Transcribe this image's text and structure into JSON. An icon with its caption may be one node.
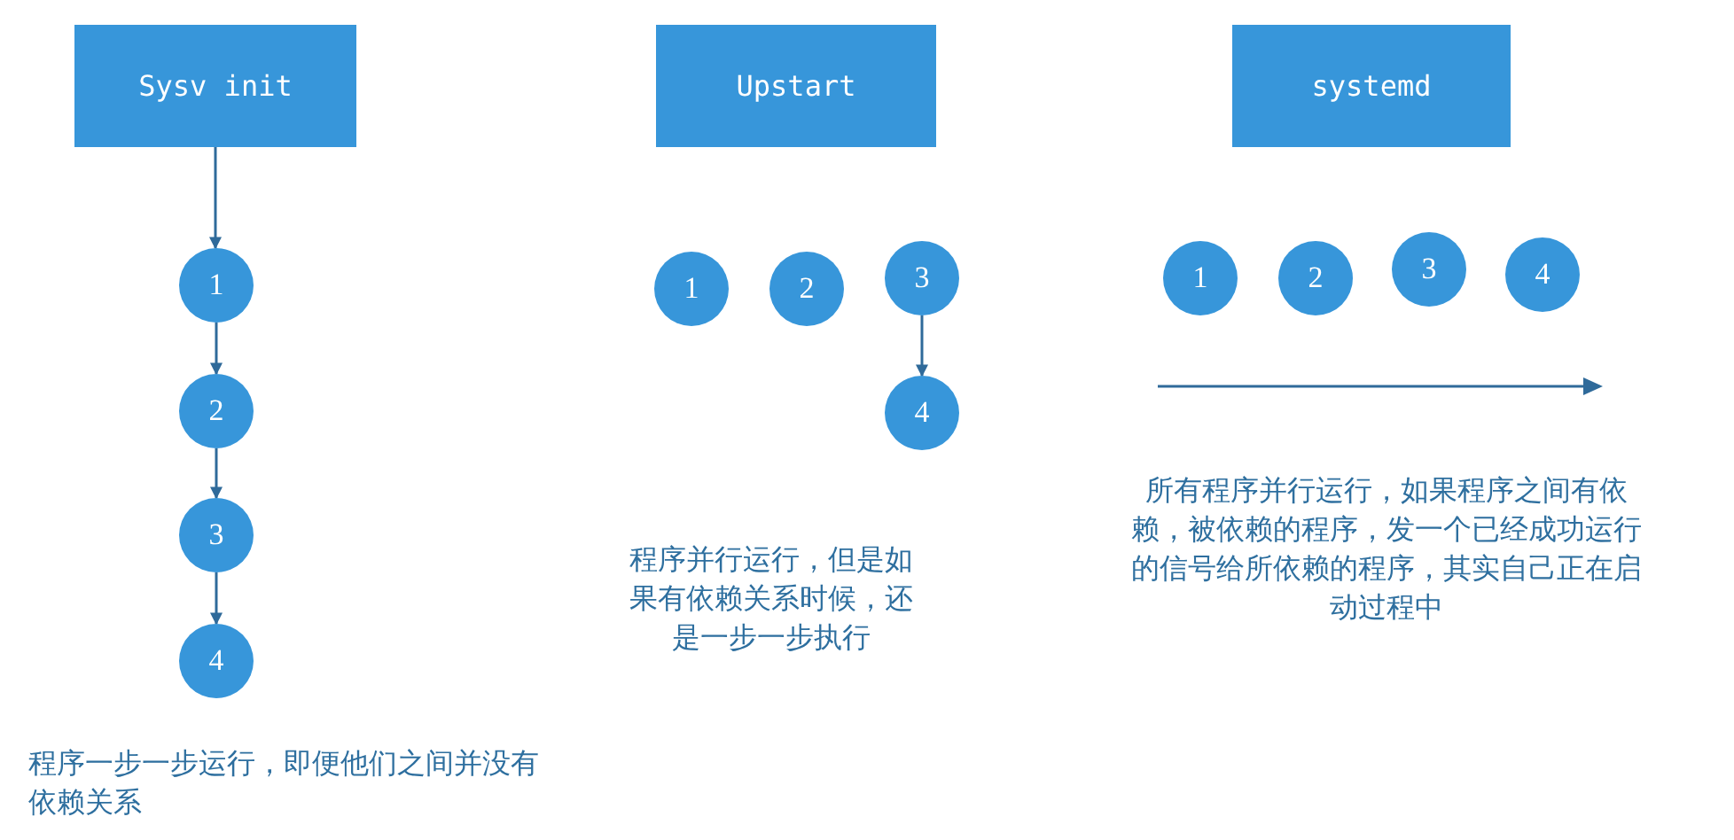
{
  "diagram": {
    "nodes": [
      {
        "text": [
          "Sysv init"
        ]
      },
      {
        "text": [
          "1"
        ]
      },
      {
        "text": [
          "2"
        ]
      },
      {
        "text": [
          "3"
        ]
      },
      {
        "text": [
          "4"
        ]
      },
      {
        "text": [
          "Upstart"
        ]
      },
      {
        "text": [
          "1"
        ]
      },
      {
        "text": [
          "2"
        ]
      },
      {
        "text": [
          "3"
        ]
      },
      {
        "text": [
          "4"
        ]
      },
      {
        "text": [
          "systemd"
        ]
      },
      {
        "text": [
          "1"
        ]
      },
      {
        "text": [
          "2"
        ]
      },
      {
        "text": [
          "3"
        ]
      },
      {
        "text": [
          "4"
        ]
      }
    ],
    "edges": [
      {
        "from": 0,
        "to": 1,
        "arrow": "to"
      },
      {
        "from": 1,
        "to": 2,
        "arrow": "to"
      },
      {
        "from": 2,
        "to": 3,
        "arrow": "to"
      },
      {
        "from": 3,
        "to": 4,
        "arrow": "to"
      },
      {
        "from": 8,
        "to": 9,
        "arrow": "to"
      }
    ],
    "labels": [
      "程序一步一步运行，即便他们之间并没有依赖关系",
      "程序并行运行，但是如果有依赖关系时候，还是一步一步执行",
      "所有程序并行运行，如果程序之间有依赖，被依赖的程序，发一个已经成功运行的信号给所依赖的程序，其实自己正在启动过程中"
    ]
  }
}
